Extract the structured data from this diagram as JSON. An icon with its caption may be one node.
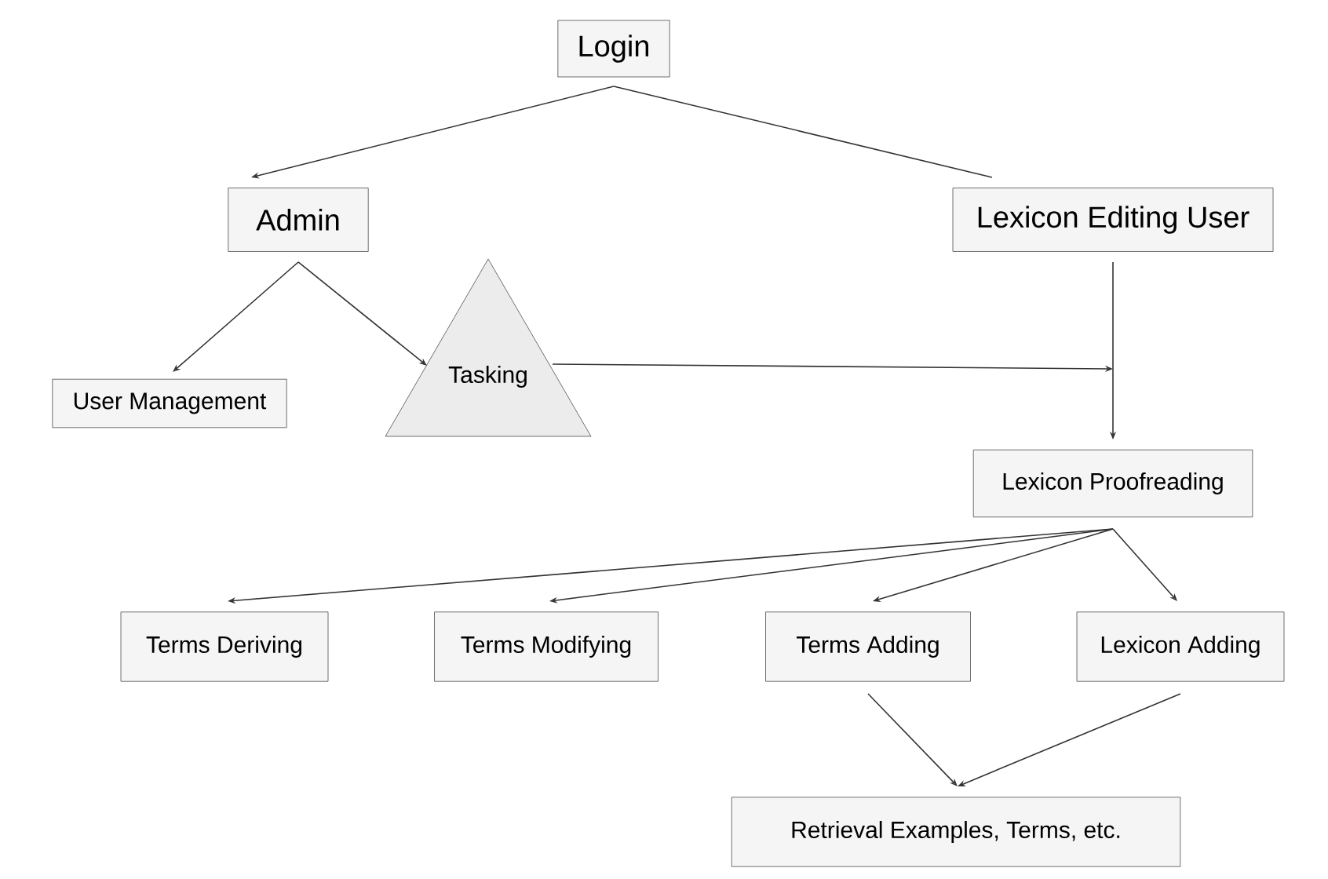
{
  "diagram": {
    "nodes": [
      {
        "text": [
          "Login"
        ]
      },
      {
        "text": [
          "Admin"
        ]
      },
      {
        "text": [
          "Lexicon Editing User"
        ]
      },
      {
        "text": [
          "User Management"
        ]
      },
      {
        "text": [
          "Tasking"
        ]
      },
      {
        "text": [
          "Lexicon Proofreading"
        ]
      },
      {
        "text": [
          "Terms Deriving"
        ]
      },
      {
        "text": [
          "Terms Modifying"
        ]
      },
      {
        "text": [
          "Terms Adding"
        ]
      },
      {
        "text": [
          "Lexicon Adding"
        ]
      },
      {
        "text": [
          "Retrieval Examples, Terms, etc."
        ]
      }
    ],
    "edges": [
      {
        "from": 0,
        "to": 1,
        "arrow": "to"
      },
      {
        "from": 0,
        "to": 2,
        "arrow": "none"
      },
      {
        "from": 1,
        "to": 3,
        "arrow": "to"
      },
      {
        "from": 1,
        "to": 4,
        "arrow": "to"
      },
      {
        "from": 4,
        "to": 5,
        "arrow": "to"
      },
      {
        "from": 2,
        "to": 5,
        "arrow": "to"
      },
      {
        "from": 5,
        "to": 6,
        "arrow": "to"
      },
      {
        "from": 5,
        "to": 7,
        "arrow": "to"
      },
      {
        "from": 5,
        "to": 8,
        "arrow": "to"
      },
      {
        "from": 5,
        "to": 9,
        "arrow": "to"
      },
      {
        "from": 8,
        "to": 10,
        "arrow": "to"
      },
      {
        "from": 9,
        "to": 10,
        "arrow": "to"
      }
    ]
  }
}
